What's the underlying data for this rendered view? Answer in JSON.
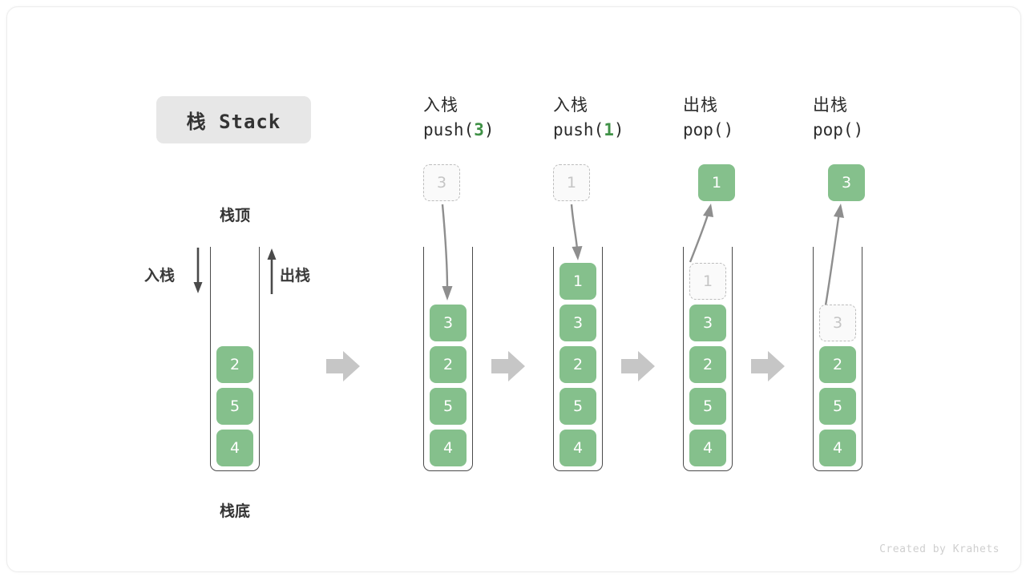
{
  "title": {
    "text": "栈 Stack"
  },
  "initial_stack": {
    "top_label": "栈顶",
    "bottom_label": "栈底",
    "push_label": "入栈",
    "pop_label": "出栈",
    "cells": [
      "2",
      "5",
      "4"
    ]
  },
  "steps": [
    {
      "op_label": "入栈",
      "call_prefix": "push(",
      "call_arg": "3",
      "call_suffix": ")",
      "floating_value": "3",
      "floating_state": "ghost",
      "arrow_direction": "down",
      "cells": [
        {
          "value": "3",
          "state": "filled"
        },
        {
          "value": "2",
          "state": "filled"
        },
        {
          "value": "5",
          "state": "filled"
        },
        {
          "value": "4",
          "state": "filled"
        }
      ]
    },
    {
      "op_label": "入栈",
      "call_prefix": "push(",
      "call_arg": "1",
      "call_suffix": ")",
      "floating_value": "1",
      "floating_state": "ghost",
      "arrow_direction": "down",
      "cells": [
        {
          "value": "1",
          "state": "filled"
        },
        {
          "value": "3",
          "state": "filled"
        },
        {
          "value": "2",
          "state": "filled"
        },
        {
          "value": "5",
          "state": "filled"
        },
        {
          "value": "4",
          "state": "filled"
        }
      ]
    },
    {
      "op_label": "出栈",
      "call_prefix": "pop(",
      "call_arg": "",
      "call_suffix": ")",
      "floating_value": "1",
      "floating_state": "filled",
      "arrow_direction": "up",
      "cells": [
        {
          "value": "1",
          "state": "ghost"
        },
        {
          "value": "3",
          "state": "filled"
        },
        {
          "value": "2",
          "state": "filled"
        },
        {
          "value": "5",
          "state": "filled"
        },
        {
          "value": "4",
          "state": "filled"
        }
      ]
    },
    {
      "op_label": "出栈",
      "call_prefix": "pop(",
      "call_arg": "",
      "call_suffix": ")",
      "floating_value": "3",
      "floating_state": "filled",
      "arrow_direction": "up",
      "cells": [
        {
          "value": "3",
          "state": "ghost"
        },
        {
          "value": "2",
          "state": "filled"
        },
        {
          "value": "5",
          "state": "filled"
        },
        {
          "value": "4",
          "state": "filled"
        }
      ]
    }
  ],
  "footer": {
    "credit": "Created by Krahets"
  },
  "colors": {
    "cell_fill": "#85c08c",
    "accent_green": "#3f9146",
    "ghost_border": "#bdbdbd",
    "chip_bg": "#e7e7e7",
    "arrow_gray": "#c6c6c6",
    "stroke_dark": "#4a4a4a"
  }
}
